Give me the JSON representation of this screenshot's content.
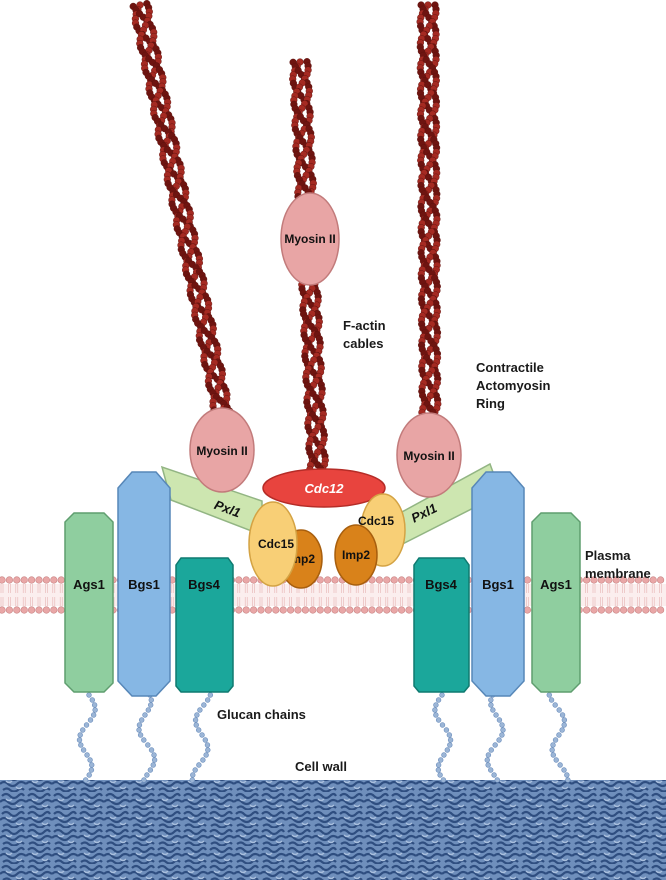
{
  "labels": {
    "myosin_top": "Myosin II",
    "myosin_left": "Myosin II",
    "myosin_right": "Myosin II",
    "factin": [
      "F-actin",
      "cables"
    ],
    "contractile": [
      "Contractile",
      "Actomyosin",
      "Ring"
    ],
    "plasma": [
      "Plasma",
      "membrane"
    ],
    "glucan": "Glucan chains",
    "cellwall": "Cell wall",
    "cdc12": "Cdc12",
    "cdc15_left": "Cdc15",
    "cdc15_right": "Cdc15",
    "imp2_left": "Imp2",
    "imp2_right": "Imp2",
    "pxl1_left": "Pxl1",
    "pxl1_right": "Pxl1",
    "ags1_left": "Ags1",
    "ags1_right": "Ags1",
    "bgs1_left": "Bgs1",
    "bgs1_right": "Bgs1",
    "bgs4_left": "Bgs4",
    "bgs4_right": "Bgs4"
  },
  "colors": {
    "actin": "#a52a22",
    "actin_dark": "#6e1410",
    "myosin": "#e6a3a3",
    "cdc12": "#e8433d",
    "cdc15": "#f8cf76",
    "imp2": "#d9821a",
    "pxl1": "#cde6b0",
    "ags1": "#8fce9f",
    "bgs1": "#86b7e4",
    "bgs4": "#1ba79b",
    "membrane": "#e9a7a7",
    "cellwall": "#4e73a6",
    "glucan": "#9bb5d6"
  }
}
